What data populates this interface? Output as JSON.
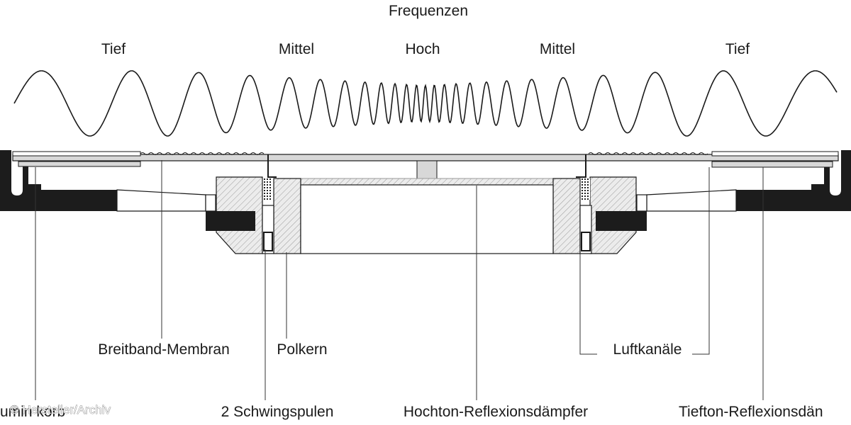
{
  "frequency": {
    "title": "Frequenzen",
    "bands": [
      "Tief",
      "Mittel",
      "Hoch",
      "Mittel",
      "Tief"
    ]
  },
  "callouts": {
    "breitband_membran": "Breitband-Membran",
    "polkern": "Polkern",
    "luftkanaele": "Luftkanäle",
    "schwingspulen": "2 Schwingspulen",
    "hochton_daempfer": "Hochton-Reflexionsdämpfer",
    "tiefton_daempfer": "Tiefton-Reflexionsdän",
    "left_cut": "umin korb"
  },
  "credit": "© Hersteller/Archiv",
  "colors": {
    "line": "#1a1a1a",
    "fill_dark": "#1c1c1c",
    "fill_gray": "#d8d8d8",
    "background": "#ffffff"
  }
}
